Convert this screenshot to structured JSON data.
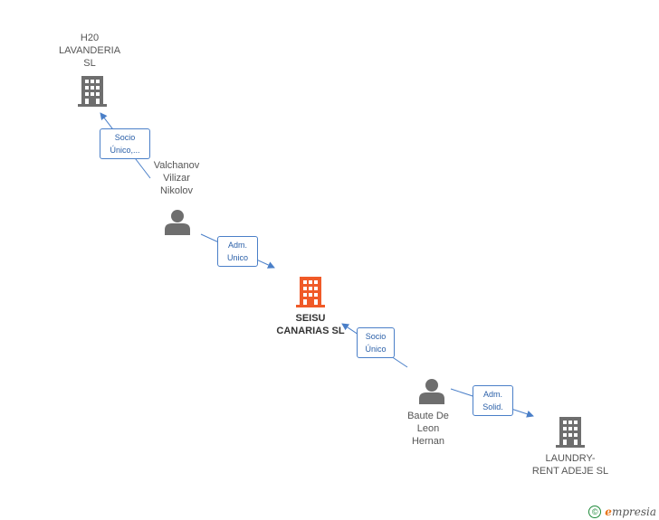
{
  "nodes": [
    {
      "id": "h20",
      "type": "company",
      "lines": [
        "H20",
        "LAVANDERIA",
        "SL"
      ],
      "highlight": false
    },
    {
      "id": "valchanov",
      "type": "person",
      "lines": [
        "Valchanov",
        "Vilizar",
        "Nikolov"
      ],
      "highlight": false
    },
    {
      "id": "seisu",
      "type": "company",
      "lines": [
        "SEISU",
        "CANARIAS SL"
      ],
      "highlight": true
    },
    {
      "id": "baute",
      "type": "person",
      "lines": [
        "Baute De",
        "Leon",
        "Hernan"
      ],
      "highlight": false
    },
    {
      "id": "laundry",
      "type": "company",
      "lines": [
        "LAUNDRY-",
        "RENT ADEJE SL"
      ],
      "highlight": false
    }
  ],
  "edges": [
    {
      "from": "valchanov",
      "to": "h20",
      "label": [
        "Socio",
        "Único,..."
      ]
    },
    {
      "from": "valchanov",
      "to": "seisu",
      "label": [
        "Adm.",
        "Unico"
      ]
    },
    {
      "from": "baute",
      "to": "seisu",
      "label": [
        "Socio",
        "Único"
      ]
    },
    {
      "from": "baute",
      "to": "laundry",
      "label": [
        "Adm.",
        "Solid."
      ]
    }
  ],
  "colors": {
    "company": "#6e6e6e",
    "company_highlight": "#f05a28",
    "person": "#6e6e6e",
    "edge": "#4a7fc8"
  },
  "footer": {
    "copyright_symbol": "©",
    "brand_initial": "e",
    "brand_rest": "mpresia"
  }
}
